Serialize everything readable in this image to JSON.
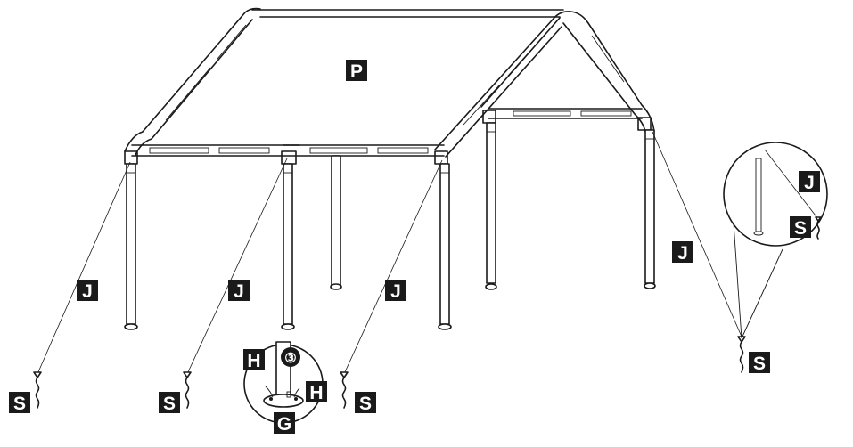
{
  "labels": {
    "cover": "P",
    "rope": "J",
    "stake": "S",
    "foot_screw": "H",
    "foot_plate": "G",
    "step_number": "③"
  },
  "colors": {
    "ink": "#1a1a1a",
    "paper": "#ffffff",
    "label_background": "#1a1a1a",
    "label_text": "#ffffff"
  }
}
